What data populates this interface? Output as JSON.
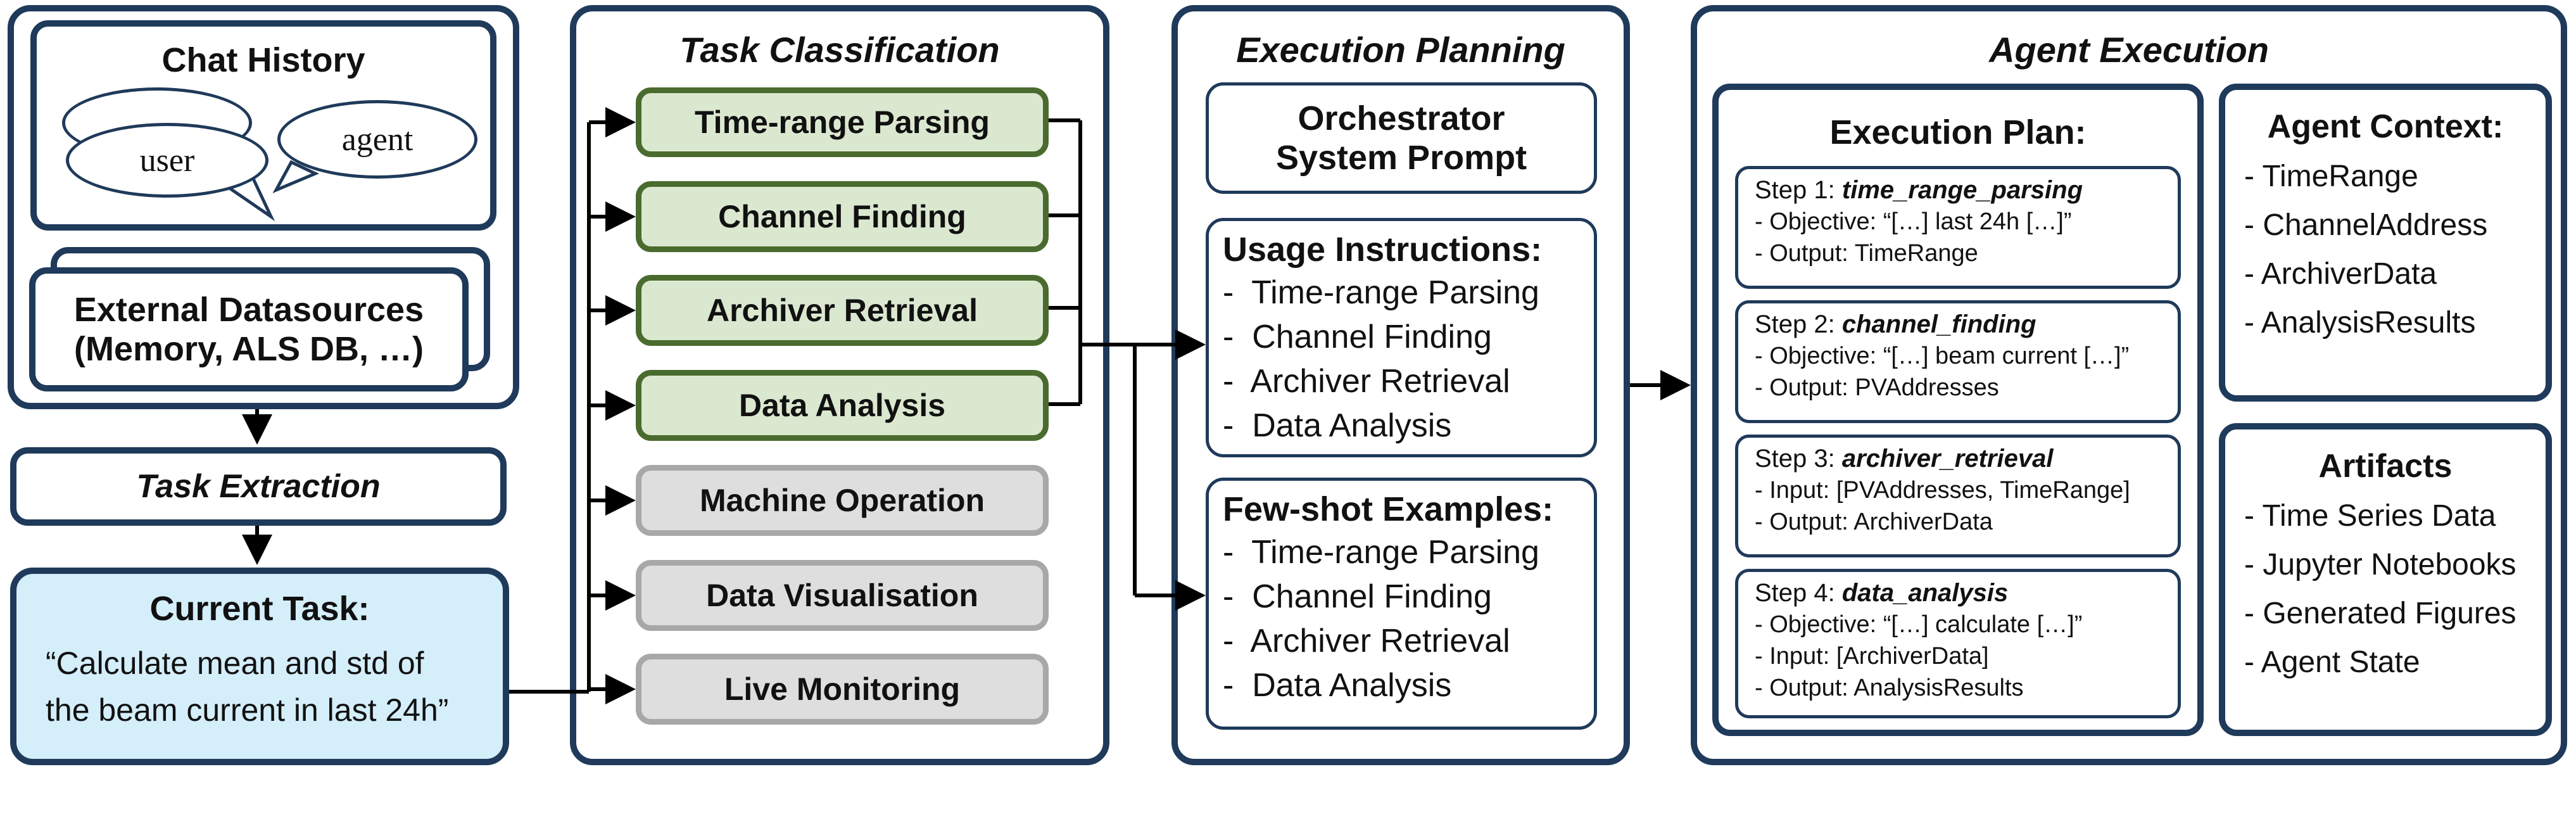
{
  "left": {
    "chat_history": {
      "title": "Chat History",
      "bubble_user": "user",
      "bubble_agent": "agent"
    },
    "external": {
      "line1": "External Datasources",
      "line2": "(Memory, ALS DB, …)"
    },
    "task_extraction": "Task Extraction",
    "current_task": {
      "title": "Current Task:",
      "line1": "“Calculate mean and std of",
      "line2": "the beam current in last 24h”"
    }
  },
  "classification": {
    "title": "Task Classification",
    "tasks": [
      {
        "label": "Time-range Parsing",
        "active": true
      },
      {
        "label": "Channel Finding",
        "active": true
      },
      {
        "label": "Archiver Retrieval",
        "active": true
      },
      {
        "label": "Data Analysis",
        "active": true
      },
      {
        "label": "Machine Operation",
        "active": false
      },
      {
        "label": "Data Visualisation",
        "active": false
      },
      {
        "label": "Live Monitoring",
        "active": false
      }
    ]
  },
  "planning": {
    "title": "Execution Planning",
    "orchestrator": {
      "line1": "Orchestrator",
      "line2": "System Prompt"
    },
    "usage": {
      "title": "Usage Instructions:",
      "items": [
        "-  Time-range Parsing",
        "-  Channel Finding",
        "-  Archiver Retrieval",
        "-  Data Analysis"
      ]
    },
    "fewshot": {
      "title": "Few-shot Examples:",
      "items": [
        "-  Time-range Parsing",
        "-  Channel Finding",
        "-  Archiver Retrieval",
        "-  Data Analysis"
      ]
    }
  },
  "execution": {
    "title": "Agent Execution",
    "plan_title": "Execution Plan:",
    "steps": [
      {
        "prefix": "Step 1: ",
        "name": "time_range_parsing",
        "lines": [
          "- Objective: “[…] last 24h […]”",
          "- Output: TimeRange"
        ]
      },
      {
        "prefix": "Step 2: ",
        "name": "channel_finding",
        "lines": [
          "- Objective: “[…] beam current […]”",
          "- Output: PVAddresses"
        ]
      },
      {
        "prefix": "Step 3: ",
        "name": "archiver_retrieval",
        "lines": [
          "- Input: [PVAddresses, TimeRange]",
          "- Output: ArchiverData"
        ]
      },
      {
        "prefix": "Step 4: ",
        "name": "data_analysis",
        "lines": [
          "- Objective: “[…] calculate […]”",
          "- Input: [ArchiverData]",
          "- Output: AnalysisResults"
        ]
      }
    ],
    "context": {
      "title": "Agent Context:",
      "items": [
        "- TimeRange",
        "- ChannelAddress",
        "- ArchiverData",
        "- AnalysisResults"
      ]
    },
    "artifacts": {
      "title": "Artifacts",
      "items": [
        "- Time Series Data",
        "- Jupyter Notebooks",
        "- Generated Figures",
        "- Agent State"
      ]
    }
  },
  "colors": {
    "frame": "#1f3a5a",
    "active_fill": "#dbe8d0",
    "active_border": "#4a6b2e",
    "inactive_fill": "#dedede",
    "inactive_border": "#a8a8a8",
    "current_task_fill": "#d4eefa"
  }
}
